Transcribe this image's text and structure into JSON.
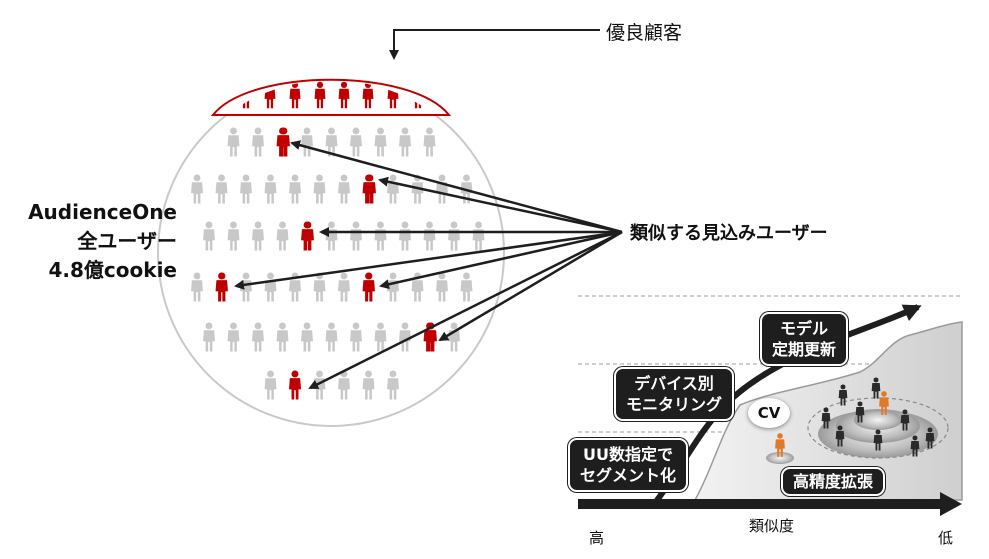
{
  "labels": {
    "top_customers": "優良顧客",
    "audience_line1": "AudienceOne",
    "audience_line2": "全ユーザー",
    "audience_line3": "4.8億cookie",
    "lookalike": "類似する見込みユーザー"
  },
  "chart": {
    "step1_line1": "UU数指定で",
    "step1_line2": "セグメント化",
    "step2_line1": "デバイス別",
    "step2_line2": "モニタリング",
    "step3_line1": "モデル",
    "step3_line2": "定期更新",
    "cv": "CV",
    "expansion": "高精度拡張",
    "axis_label": "類似度",
    "axis_high": "高",
    "axis_low": "低"
  },
  "colors": {
    "highlight_red": "#c00000",
    "person_gray": "#c8c8c8",
    "cv_orange": "#e07a26",
    "dark": "#1e1e1e"
  },
  "icons": [
    "person-icon",
    "arrow-icon"
  ]
}
